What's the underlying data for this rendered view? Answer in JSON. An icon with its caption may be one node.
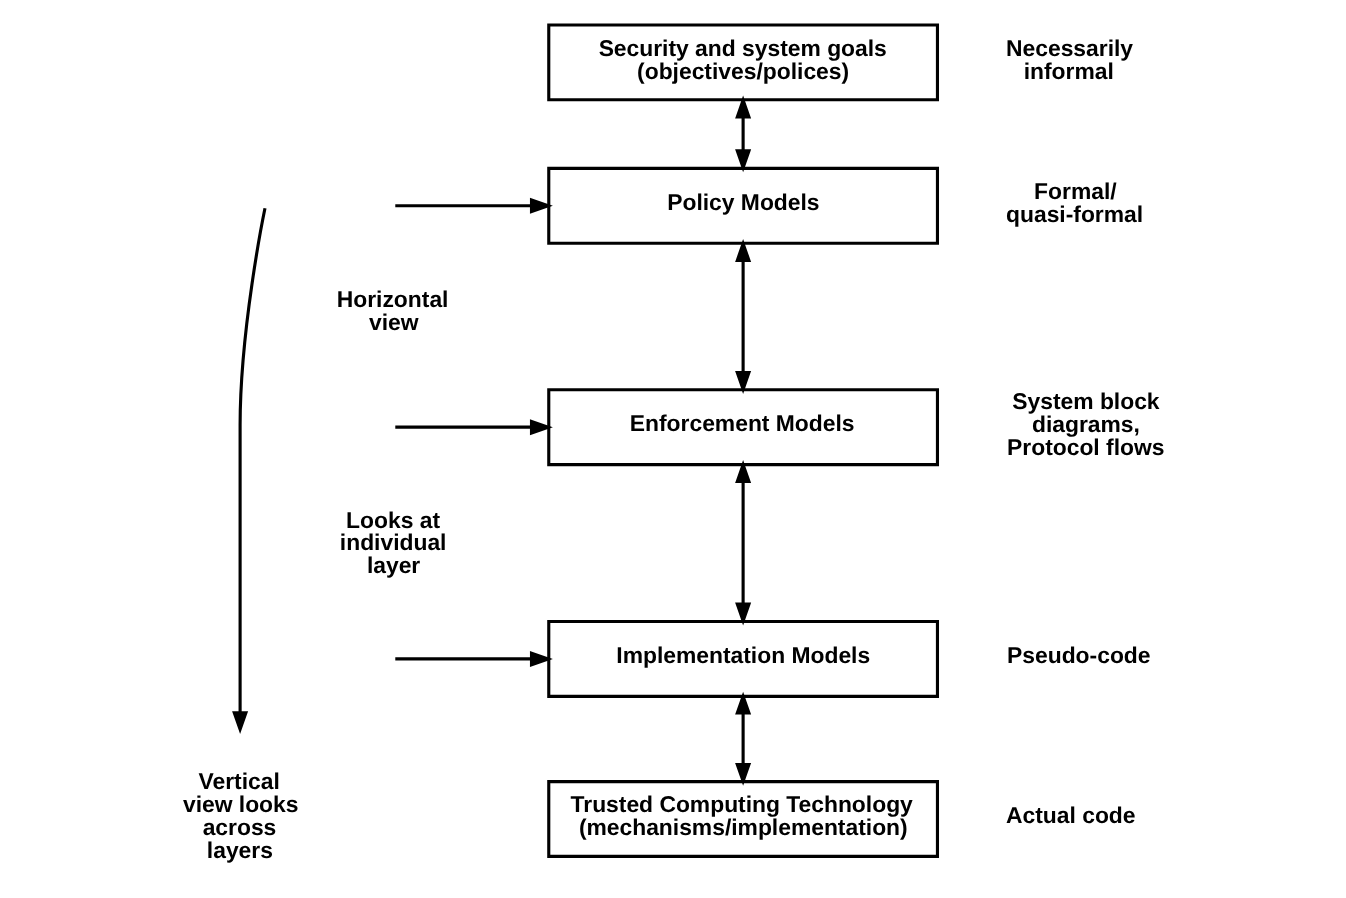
{
  "diagram": {
    "nodes": [
      {
        "text": [
          "Security and system goals (objectives/polices)"
        ],
        "beside": [
          "Necessarily informal"
        ]
      },
      {
        "text": [
          "Policy Models"
        ],
        "beside": [
          "Formal/ quasi-formal"
        ]
      },
      {
        "text": [
          "Enforcement Models"
        ],
        "beside": [
          "System block diagrams, Protocol flows"
        ]
      },
      {
        "text": [
          "Implementation Models"
        ],
        "beside": [
          "Pseudo-code"
        ]
      },
      {
        "text": [
          "Trusted Computing Technology (mechanisms/implementation)"
        ],
        "beside": [
          "Actual code"
        ]
      }
    ],
    "edges": [
      {
        "from": 0,
        "to": 1,
        "arrow": "both"
      },
      {
        "from": 1,
        "to": 2,
        "arrow": "both"
      },
      {
        "from": 2,
        "to": 3,
        "arrow": "both"
      },
      {
        "from": 3,
        "to": 4,
        "arrow": "both"
      },
      {
        "from": null,
        "to": 1,
        "arrow": "to"
      },
      {
        "from": null,
        "to": 2,
        "arrow": "to"
      },
      {
        "from": null,
        "to": 3,
        "arrow": "to"
      }
    ],
    "labels": [
      "Horizontal view",
      "Looks at individual layer",
      "Vertical view looks across layers"
    ]
  }
}
